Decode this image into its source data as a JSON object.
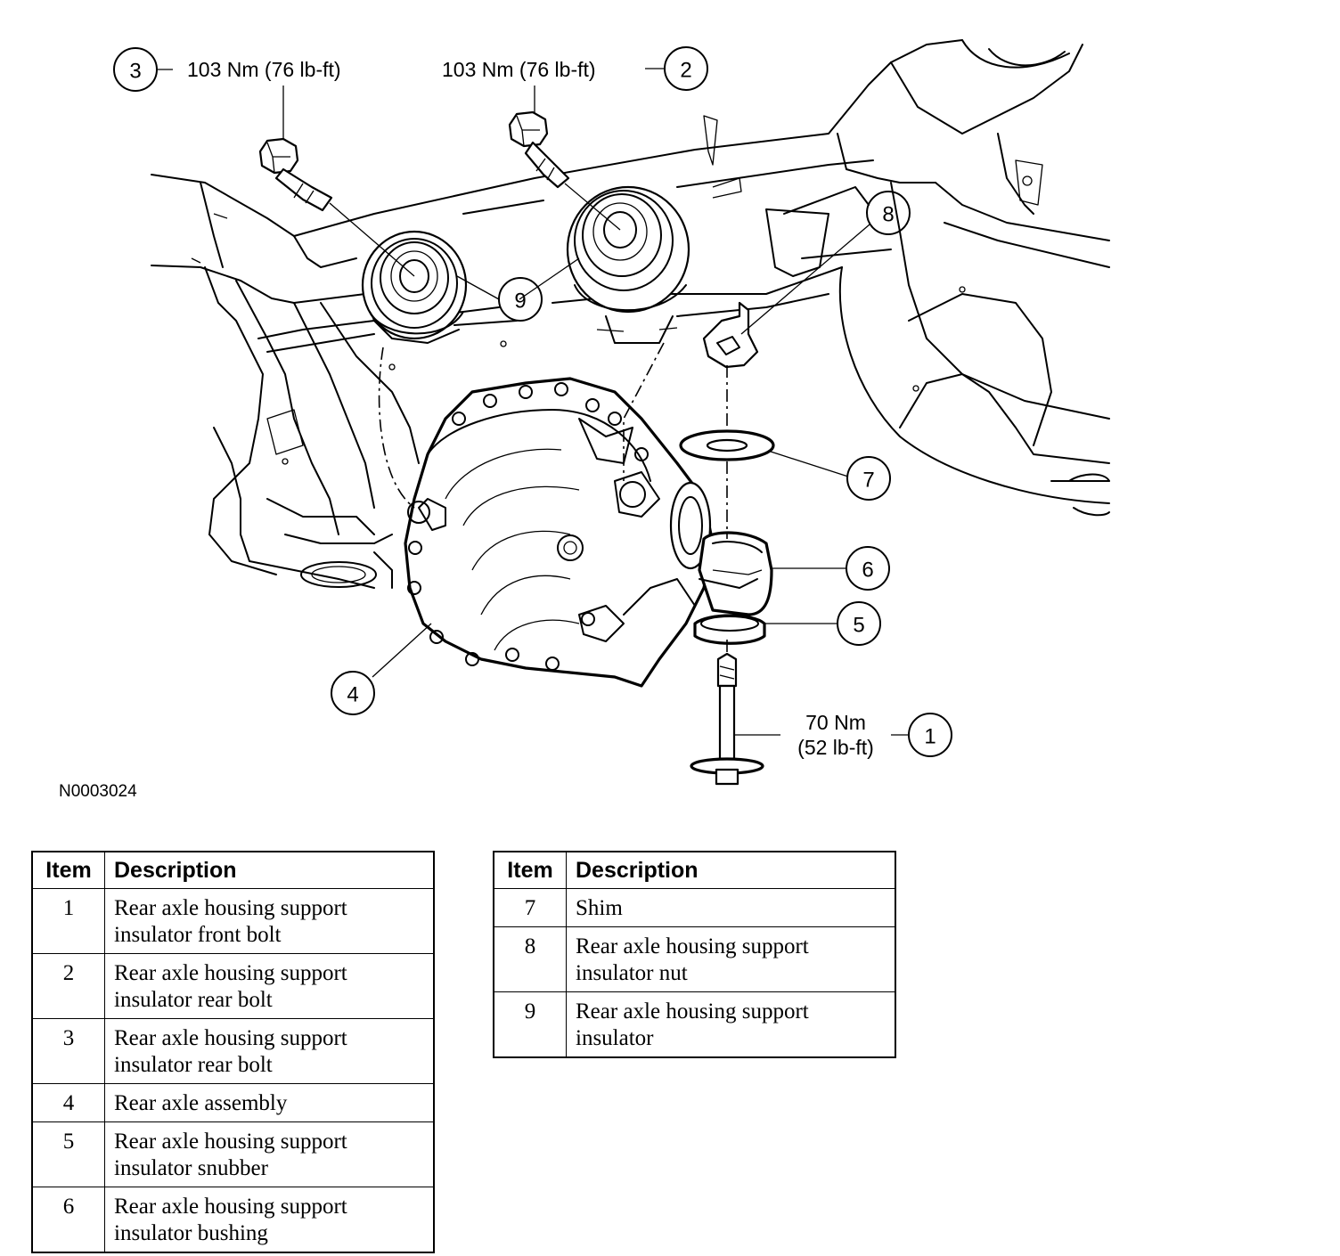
{
  "figure_id": "N0003024",
  "callouts": [
    {
      "number": "1",
      "torque": [
        "70 Nm",
        "(52 lb-ft)"
      ]
    },
    {
      "number": "2",
      "torque": [
        "103 Nm (76 lb-ft)"
      ]
    },
    {
      "number": "3",
      "torque": [
        "103 Nm (76 lb-ft)"
      ]
    },
    {
      "number": "4"
    },
    {
      "number": "5"
    },
    {
      "number": "6"
    },
    {
      "number": "7"
    },
    {
      "number": "8"
    },
    {
      "number": "9"
    }
  ],
  "legend": {
    "header_item": "Item",
    "header_description": "Description",
    "left_rows": [
      {
        "item": "1",
        "description": [
          "Rear axle housing support",
          "insulator front bolt"
        ]
      },
      {
        "item": "2",
        "description": [
          "Rear axle housing support",
          "insulator rear bolt"
        ]
      },
      {
        "item": "3",
        "description": [
          "Rear axle housing support",
          "insulator rear bolt"
        ]
      },
      {
        "item": "4",
        "description": [
          "Rear axle assembly"
        ]
      },
      {
        "item": "5",
        "description": [
          "Rear axle housing support",
          "insulator snubber"
        ]
      },
      {
        "item": "6",
        "description": [
          "Rear axle housing support",
          "insulator bushing"
        ]
      }
    ],
    "right_rows": [
      {
        "item": "7",
        "description": [
          "Shim"
        ]
      },
      {
        "item": "8",
        "description": [
          "Rear axle housing support",
          "insulator nut"
        ]
      },
      {
        "item": "9",
        "description": [
          "Rear axle housing support",
          "insulator"
        ]
      }
    ]
  }
}
